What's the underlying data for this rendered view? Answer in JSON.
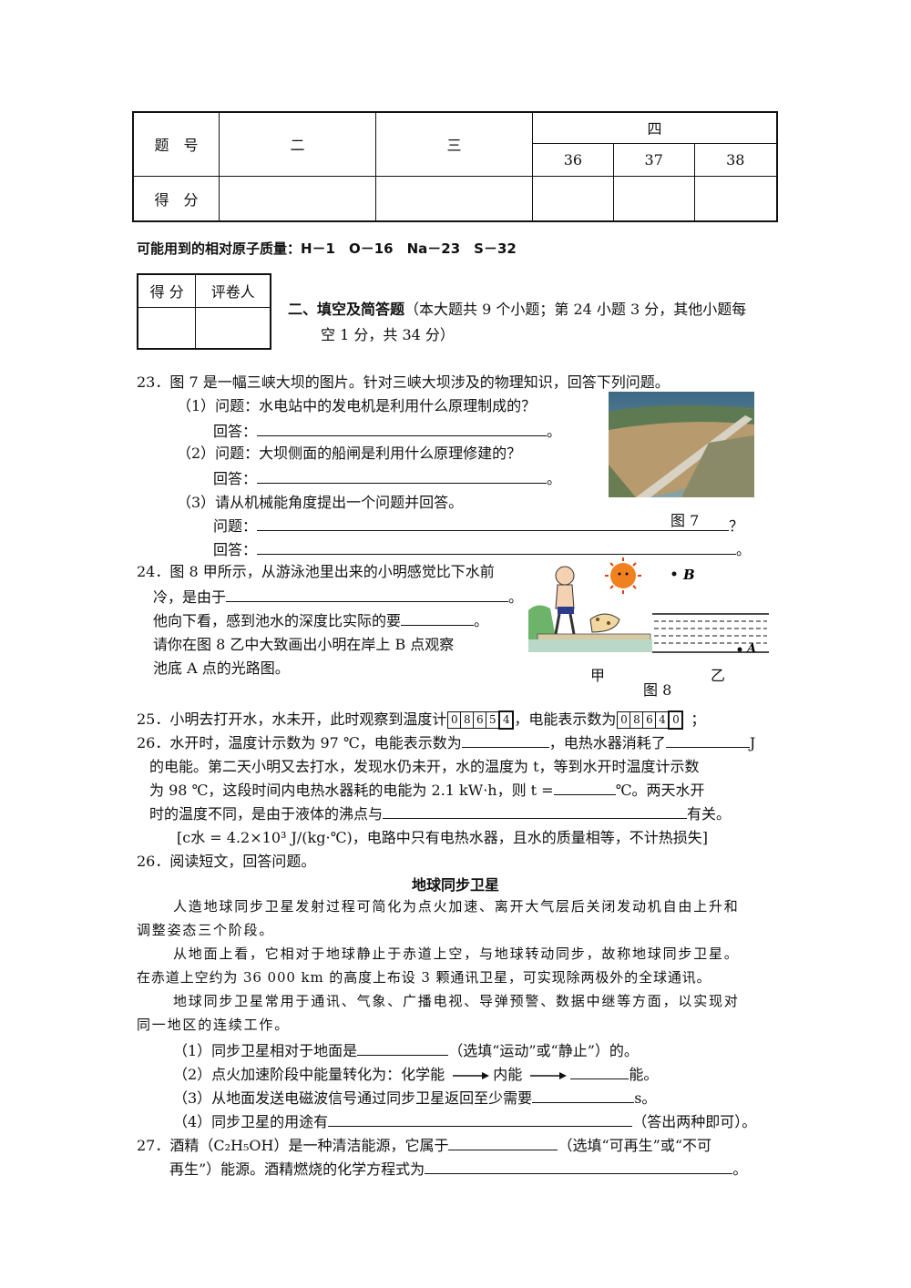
{
  "score_table": {
    "row1_label": "题　号",
    "row2_label": "得　分",
    "col_2": "二",
    "col_3": "三",
    "col_4": "四",
    "sub": [
      "36",
      "37",
      "38"
    ]
  },
  "atomic_mass": "可能用到的相对原子质量：H－1　O－16　Na－23　S－32",
  "grader_box": {
    "score": "得 分",
    "grader": "评卷人"
  },
  "section2": {
    "title": "二、填空及简答题",
    "desc_line1": "（本大题共 9 个小题；第 24 小题 3 分，其他小题每",
    "desc_line2": "空 1 分，共 34 分）"
  },
  "q23": {
    "stem": "23．图 7 是一幅三峡大坝的图片。针对三峡大坝涉及的物理知识，回答下列问题。",
    "q1": "（1）问题：水电站中的发电机是利用什么原理制成的？",
    "a_label": "回答：",
    "q2": "（2）问题：大坝侧面的船闸是利用什么原理修建的？",
    "q3": "（3）请从机械能角度提出一个问题并回答。",
    "question_label": "问题：",
    "period": "。",
    "qmark": "？",
    "fig": "图 7"
  },
  "q24": {
    "l1": "24．图 8 甲所示，从游泳池里出来的小明感觉比下水前",
    "l2a": "冷，是由于",
    "l2b": "。",
    "l3a": "他向下看，感到池水的深度比实际的要",
    "l3b": "。",
    "l4": "请你在图 8 乙中大致画出小明在岸上 B 点观察",
    "l5": "池底 A 点的光路图。",
    "fig": "图 8",
    "jia": "甲",
    "yi": "乙",
    "B": "B",
    "A": "A"
  },
  "q25": {
    "text_a": "25．小明去打开水，水未开，此时观察到温度计",
    "digits_a": [
      "0",
      "8",
      "6",
      "5",
      "4"
    ],
    "text_b": "，电能表示数为",
    "digits_b": [
      "0",
      "8",
      "6",
      "4",
      "0"
    ],
    "text_c": "；"
  },
  "q26a": {
    "l1a": "26．水开时，温度计示数为 97 ℃，电能表示数为",
    "l1b": "，电热水器消耗了",
    "l1c": "J",
    "l2": "的电能。第二天小明又去打水，发现水仍未开，水的温度为 t，等到水开时温度计示数",
    "l3a": "为 98 ℃，这段时间内电热水器耗的电能为 2.1 kW·h，则 t =",
    "l3b": "℃。两天水开",
    "l4a": "时的温度不同，是由于液体的沸点与",
    "l4b": "有关。",
    "l5": "[c水 = 4.2×10³ J/(kg·℃)，电路中只有电热水器，且水的质量相等，不计热损失]"
  },
  "q26b": {
    "stem": "26．阅读短文，回答问题。",
    "title": "地球同步卫星",
    "p1a": "人造地球同步卫星发射过程可简化为点火加速、离开大气层后关闭发动机自由上升和",
    "p1b": "调整姿态三个阶段。",
    "p2a": "从地面上看，它相对于地球静止于赤道上空，与地球转动同步，故称地球同步卫星。",
    "p2b": "在赤道上空约为 36 000 km 的高度上布设 3 颗通讯卫星，可实现除两极外的全球通讯。",
    "p3a": "地球同步卫星常用于通讯、气象、广播电视、导弹预警、数据中继等方面，以实现对",
    "p3b": "同一地区的连续工作。",
    "q1a": "（1）同步卫星相对于地面是",
    "q1b": "（选填“运动”或“静止”）的。",
    "q2a": "（2）点火加速阶段中能量转化为：化学能",
    "q2b": "内能",
    "q2c": "能。",
    "q3a": "（3）从地面发送电磁波信号通过同步卫星返回至少需要",
    "q3b": "s。",
    "q4a": "（4）同步卫星的用途有",
    "q4b": "（答出两种即可）。"
  },
  "q27": {
    "l1a": "27．酒精（C₂H₅OH）是一种清洁能源，它属于",
    "l1b": "（选填“可再生”或“不可",
    "l2a": "再生”）能源。酒精燃烧的化学方程式为",
    "l2b": "。"
  }
}
